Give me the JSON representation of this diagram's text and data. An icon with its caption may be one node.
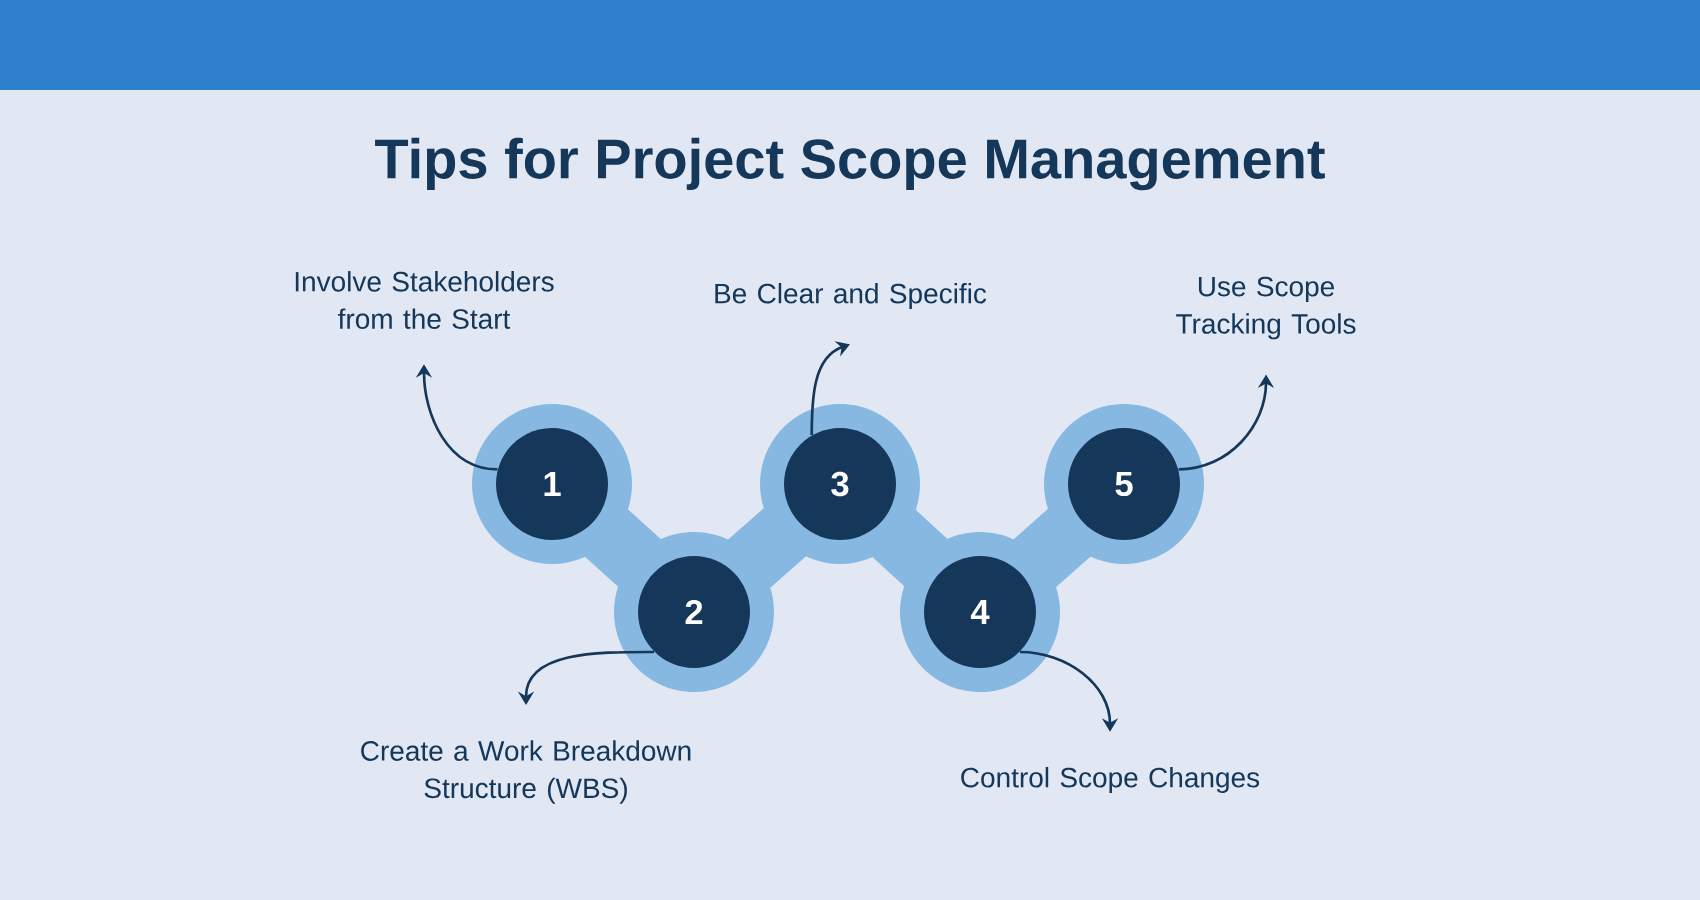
{
  "diagram": {
    "title": "Tips for Project Scope Management",
    "nodes": [
      {
        "text": [
          "1"
        ]
      },
      {
        "text": [
          "2"
        ]
      },
      {
        "text": [
          "3"
        ]
      },
      {
        "text": [
          "4"
        ]
      },
      {
        "text": [
          "5"
        ]
      },
      {
        "text": [
          "Involve Stakeholders from the Start"
        ]
      },
      {
        "text": [
          "Create a Work Breakdown Structure (WBS)"
        ]
      },
      {
        "text": [
          "Be Clear and Specific"
        ]
      },
      {
        "text": [
          "Control Scope Changes"
        ]
      },
      {
        "text": [
          "Use Scope Tracking Tools"
        ]
      }
    ],
    "edges": [
      {
        "from": 0,
        "to": 5,
        "arrow": "to"
      },
      {
        "from": 1,
        "to": 6,
        "arrow": "to"
      },
      {
        "from": 2,
        "to": 7,
        "arrow": "to"
      },
      {
        "from": 3,
        "to": 8,
        "arrow": "to"
      },
      {
        "from": 4,
        "to": 9,
        "arrow": "to"
      }
    ]
  }
}
